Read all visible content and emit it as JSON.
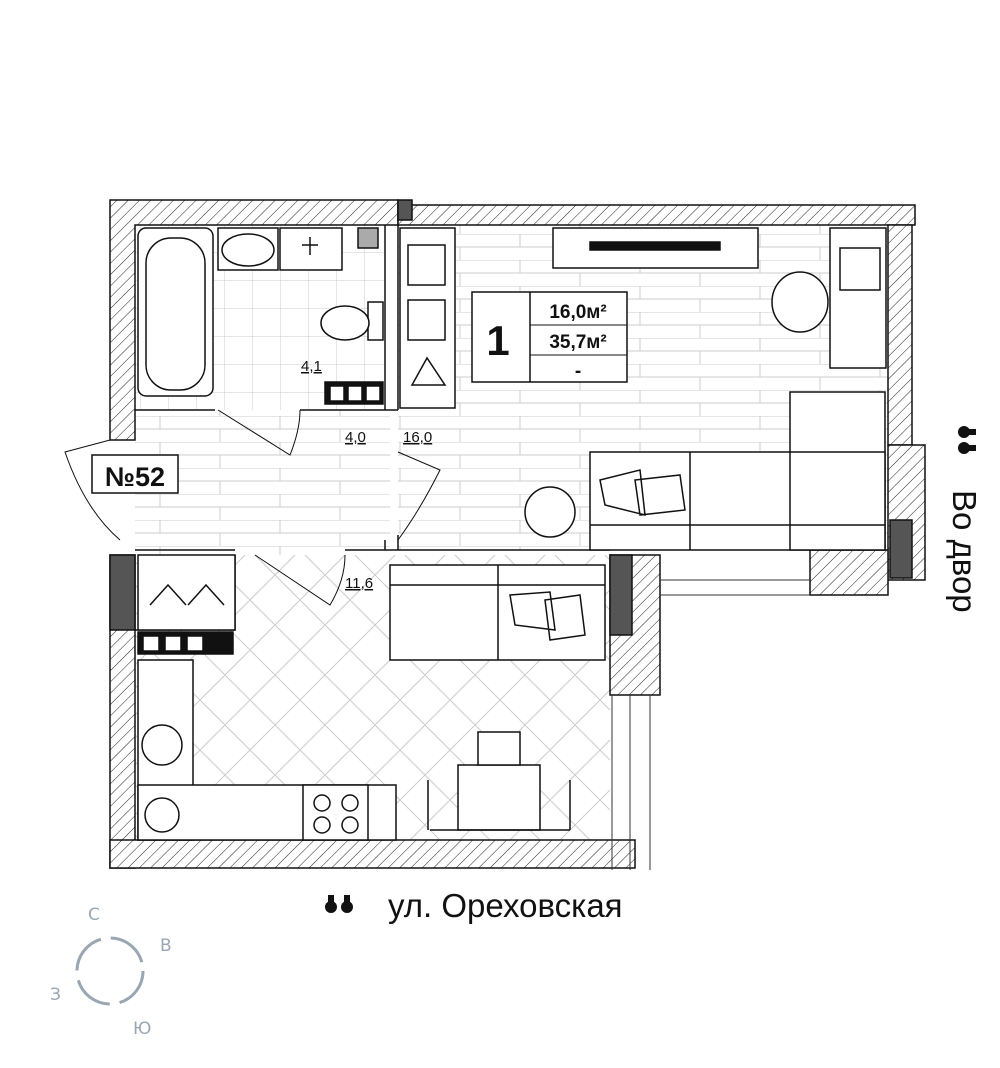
{
  "apartment": {
    "number_label": "№52",
    "rooms_count": "1",
    "living_area": "16,0м²",
    "total_area": "35,7м²",
    "balcony_area": "-"
  },
  "room_areas": {
    "bathroom": "4,1",
    "hall": "4,0",
    "living_room": "16,0",
    "kitchen": "11,6"
  },
  "views": {
    "courtyard": "Во двор",
    "street": "ул. Ореховская",
    "icon": "binoculars-icon"
  },
  "compass": {
    "north": "С",
    "east": "В",
    "south": "Ю",
    "west": "З"
  },
  "colors": {
    "wall_dark": "#555555",
    "compass": "#9aa7b3",
    "floor_line": "#cccccc"
  }
}
